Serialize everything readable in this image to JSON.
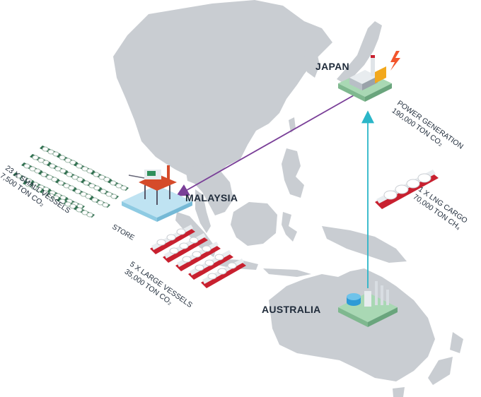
{
  "labels": {
    "japan": "JAPAN",
    "malaysia": "MALAYSIA",
    "australia": "AUSTRALIA",
    "store": "STORE"
  },
  "captions": {
    "power_line1": "POWER GENERATION",
    "power_line2": "190,000 TON CO₂",
    "lng_line1": "1 X LNG CARGO",
    "lng_line2": "70,000 TON CH₄",
    "small_line1": "23 X SMALL VESSELS",
    "small_line2": "7,500 TON CO₂",
    "large_line1": "5 X LARGE VESSELS",
    "large_line2": "35,000 TON CO₂"
  },
  "colors": {
    "land": "#c9cdd2",
    "platform": "#bfe3f2",
    "green_pad": "#7fc99a",
    "route_co2": "#7a3f98",
    "route_lng": "#2bb6c8",
    "vessel_red": "#c8202f",
    "vessel_green": "#2f6f4f",
    "text": "#1f2b3a"
  },
  "icons": {
    "lightning": "lightning-bolt-icon",
    "platform": "offshore-platform-icon",
    "power_plant": "power-plant-icon",
    "lng_plant": "lng-plant-icon"
  }
}
